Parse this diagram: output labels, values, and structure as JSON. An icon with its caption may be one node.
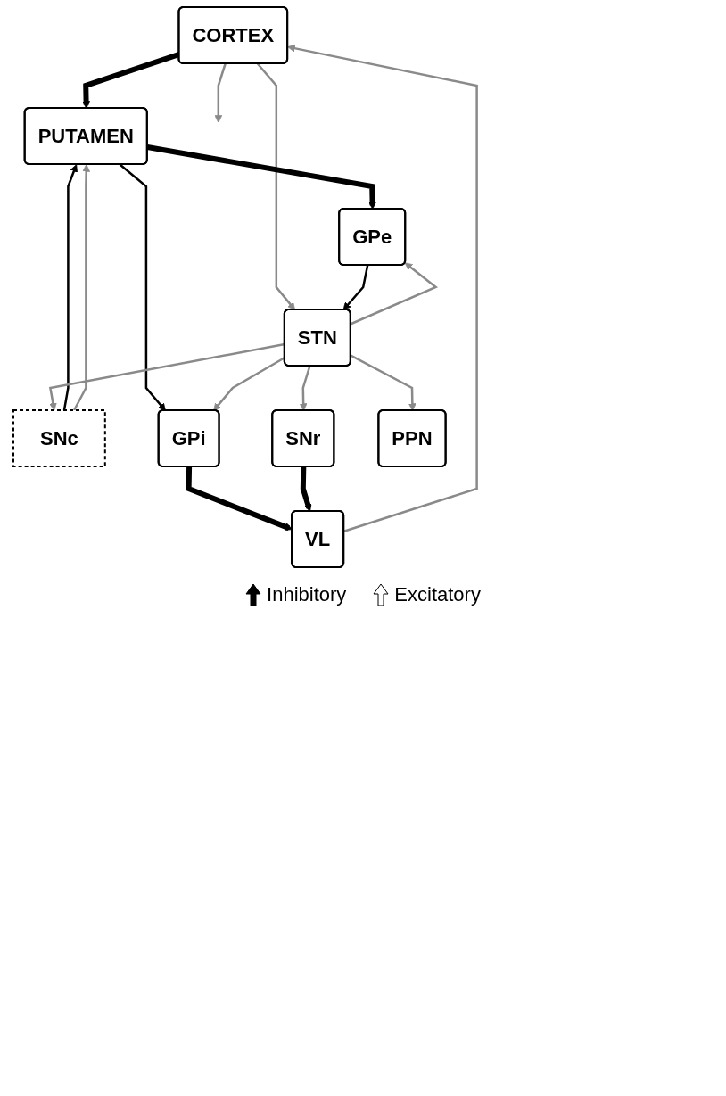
{
  "diagram": {
    "nodes": [
      {
        "text": [
          "CORTEX"
        ]
      },
      {
        "text": [
          "PUTAMEN"
        ]
      },
      {
        "text": [
          "SNc"
        ]
      },
      {
        "text": [
          "GPe"
        ]
      },
      {
        "text": [
          "STN"
        ]
      },
      {
        "text": [
          "VL"
        ]
      },
      {
        "text": [
          "GPi"
        ]
      },
      {
        "text": [
          "SNr"
        ]
      },
      {
        "text": [
          "PPN"
        ]
      }
    ],
    "edges": [
      {
        "from": 0,
        "to": 1,
        "arrow": "to",
        "style": "thick",
        "color": "#000000"
      },
      {
        "from": 0,
        "to": 4,
        "arrow": "to"
      },
      {
        "from": 0,
        "to": null,
        "arrow": "to"
      },
      {
        "from": 5,
        "to": 0,
        "arrow": "to"
      },
      {
        "from": 2,
        "to": 1,
        "arrow": "to",
        "color": "#000000"
      },
      {
        "from": 2,
        "to": 1,
        "arrow": "to"
      },
      {
        "from": 1,
        "to": 3,
        "arrow": "to",
        "style": "thick",
        "color": "#000000"
      },
      {
        "from": 1,
        "to": 6,
        "arrow": "to",
        "color": "#000000"
      },
      {
        "from": 3,
        "to": 4,
        "arrow": "to",
        "color": "#000000"
      },
      {
        "from": 4,
        "to": 3,
        "arrow": "to"
      },
      {
        "from": 4,
        "to": 2,
        "arrow": "to"
      },
      {
        "from": 4,
        "to": 6,
        "arrow": "to"
      },
      {
        "from": 4,
        "to": 7,
        "arrow": "to"
      },
      {
        "from": 4,
        "to": 8,
        "arrow": "to"
      },
      {
        "from": 6,
        "to": 5,
        "arrow": "to",
        "style": "thick",
        "color": "#000000"
      },
      {
        "from": 7,
        "to": 5,
        "arrow": "to",
        "style": "thick",
        "color": "#000000"
      }
    ],
    "legend": [
      {
        "text": "Inhibitory"
      },
      {
        "text": "Excitatory"
      }
    ]
  }
}
